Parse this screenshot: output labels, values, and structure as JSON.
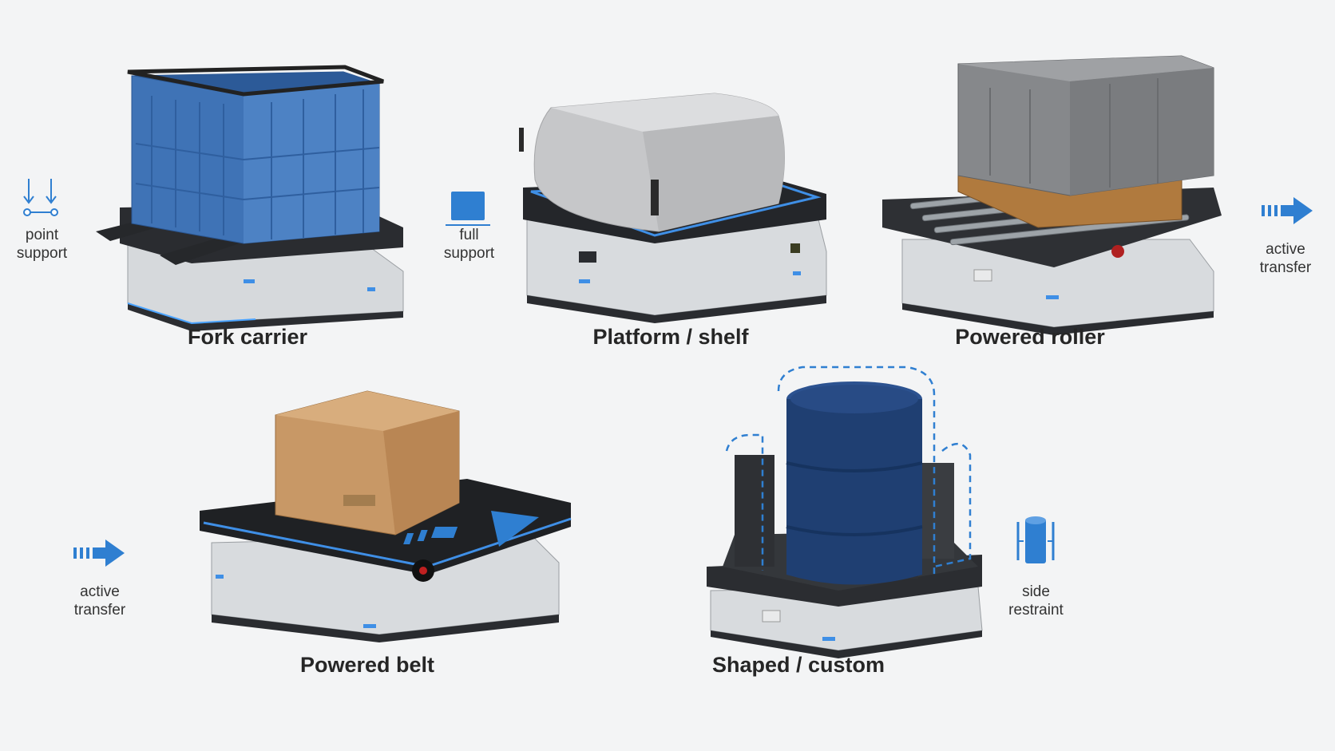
{
  "modules": [
    {
      "id": "fork",
      "title": "Fork carrier",
      "support": [
        "point",
        "support"
      ]
    },
    {
      "id": "platform",
      "title": "Platform / shelf",
      "support": [
        "full",
        "support"
      ]
    },
    {
      "id": "roller",
      "title": "Powered roller",
      "support": [
        "active",
        "transfer"
      ]
    },
    {
      "id": "belt",
      "title": "Powered belt",
      "support": [
        "active",
        "transfer"
      ]
    },
    {
      "id": "shaped",
      "title": "Shaped / custom",
      "support": [
        "side",
        "restraint"
      ]
    }
  ],
  "colors": {
    "accent": "#2f7fd1",
    "robot_body": "#d9dcdf",
    "robot_top": "#2a2c30",
    "crate_blue": "#3f73b6",
    "crate_gray": "#8b8d90",
    "bag": "#c9cacc",
    "box": "#c89866",
    "drum": "#1f3f72",
    "pallet": "#b07a3e"
  }
}
